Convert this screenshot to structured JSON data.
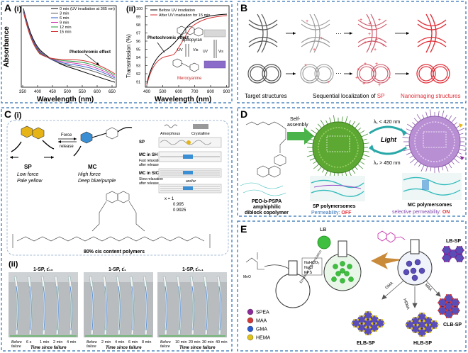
{
  "panelA": {
    "letter": "A",
    "sub_i": "(i)",
    "sub_ii": "(ii)",
    "i": {
      "ylabel": "Absorbance",
      "xlabel": "Wavelength (nm)",
      "xticks": [
        "350",
        "400",
        "450",
        "500",
        "550",
        "600",
        "650"
      ],
      "annotation": "Photochromic effect",
      "legend": [
        "0 min (UV irradiation at 365 nm)",
        "3 min",
        "6 min",
        "9 min",
        "12 min",
        "15 min"
      ]
    },
    "ii": {
      "ylabel": "Transmission (%)",
      "xlabel": "Wavelength (nm)",
      "xticks": [
        "400",
        "500",
        "600",
        "700",
        "800",
        "900"
      ],
      "yticks": [
        "100",
        "99",
        "98",
        "97",
        "96",
        "95",
        "94",
        "93",
        "92",
        "91"
      ],
      "legend": [
        "Before UV irradiation",
        "After UV irradiation for 15 min"
      ],
      "annotation": "Photochromic effect",
      "spiropyran": "Spiropyran",
      "merocyanine": "Merocyanine",
      "uv": "UV",
      "vis": "Vis"
    }
  },
  "panelB": {
    "letter": "B",
    "caption_left": "Target structures",
    "caption_mid_prefix": "Sequential localization of ",
    "caption_mid_sp": "SP",
    "caption_right": "Nanoimaging structures"
  },
  "panelC": {
    "letter": "C",
    "sub_i": "(i)",
    "sub_ii": "(ii)",
    "force": "Force",
    "release": "release",
    "sp_label": "SP",
    "sp_desc1": "Low force",
    "sp_desc2": "Pale yellow",
    "mc_label": "MC",
    "mc_desc1": "High force",
    "mc_desc2": "Deep blue/purple",
    "amorphous": "Amorphous",
    "crystalline": "Crystalline",
    "sp_row": "SP",
    "mc_sh": "MC in SH",
    "mc_sh_desc": "Fast relaxation after release",
    "mc_sic": "MC in SIC",
    "mc_sic_desc": "Slow relaxation after release",
    "andor": "and/or",
    "x_eq": "x = 1",
    "x2": "0.995",
    "x3": "0.9925",
    "cis": "80% cis content polymers",
    "photo_titles": [
      "1-SP, ε̇₁₀",
      "1-SP, ε̇₁",
      "1-SP, ε̇₀.₁"
    ],
    "photo_ticks": [
      [
        "Before failure",
        "6 s",
        "1 min",
        "2 min",
        "4 min"
      ],
      [
        "Before failure",
        "2 min",
        "4 min",
        "6 min",
        "8 min"
      ],
      [
        "Before failure",
        "10 min",
        "20 min",
        "30 min",
        "40 min"
      ]
    ],
    "time_label": "Time since failure"
  },
  "panelD": {
    "letter": "D",
    "self_assembly": "Self-assembly",
    "light": "Light",
    "l1": "λ₁ < 420 nm",
    "l2": "λ₂ > 450 nm",
    "copolymer1": "PEO-b-PSPA",
    "copolymer2": "amphiphilic",
    "copolymer3": "diblock copolymer",
    "sp_poly": "SP polymersomes",
    "sp_perm_label": "Permeability: ",
    "sp_perm_val": "OFF",
    "mc_poly": "MC polymersomes",
    "mc_perm_label": "selective permeability: ",
    "mc_perm_val": "ON"
  },
  "panelE": {
    "letter": "E",
    "lb": "LB",
    "lb_sp": "LB-SP",
    "clb_sp": "CLB-SP",
    "hlb_sp": "HLB-SP",
    "elb_sp": "ELB-SP",
    "reagents": [
      "NaHCO₃",
      "NaCl",
      "KPS"
    ],
    "legend": [
      "SPEA",
      "MAA",
      "GMA",
      "HEMA"
    ],
    "legend_colors": [
      "#8e2a9c",
      "#d23a3a",
      "#2a5bd1",
      "#e0c21a"
    ],
    "arrows": [
      "GMA",
      "MAA",
      "HEMA"
    ],
    "emul": "Emulsion polymerization"
  },
  "colors": {
    "dashed_border": "#2f6fb5",
    "sp_red": "#e0303a",
    "mc_purple": "#7b3fa8",
    "spiro_yellow": "#e6b416",
    "mc_blue": "#3a8fd4"
  }
}
